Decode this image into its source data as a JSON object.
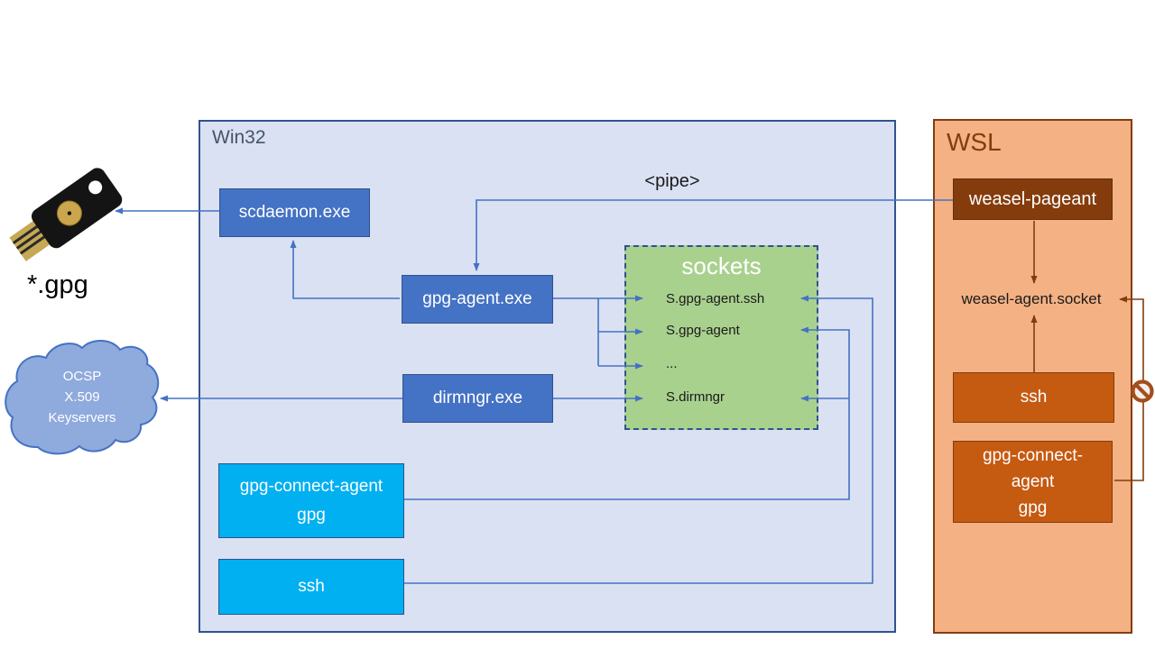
{
  "colors": {
    "win32_fill": "#dae1f3",
    "win32_border": "#31538f",
    "node_blue": "#4472c4",
    "node_cyan": "#00b0f0",
    "sockets_green": "#a9d18e",
    "wsl_fill": "#f4b183",
    "wsl_border": "#843c0c",
    "wsl_dark_node": "#843c0c",
    "wsl_orange_node": "#c55a11",
    "cloud_fill": "#8faadc",
    "connector_blue": "#4472c4",
    "connector_brown": "#843c0c"
  },
  "peripherals": {
    "gpg_files_label": "*.gpg",
    "cloud_lines": [
      "OCSP",
      "X.509",
      "Keyservers"
    ]
  },
  "win32": {
    "label": "Win32",
    "pipe_label": "<pipe>",
    "nodes": {
      "scdaemon": "scdaemon.exe",
      "gpg_agent": "gpg-agent.exe",
      "dirmngr": "dirmngr.exe",
      "gpg_connect_lines": [
        "gpg-connect-agent",
        "gpg"
      ],
      "ssh": "ssh"
    },
    "sockets": {
      "title": "sockets",
      "entries": [
        "S.gpg-agent.ssh",
        "S.gpg-agent",
        "...",
        "S.dirmngr"
      ]
    }
  },
  "wsl": {
    "label": "WSL",
    "nodes": {
      "weasel_pageant": "weasel-pageant",
      "socket_file": "weasel-agent.socket",
      "ssh": "ssh",
      "gpg_connect_lines": [
        "gpg-connect-",
        "agent",
        "gpg"
      ]
    }
  }
}
